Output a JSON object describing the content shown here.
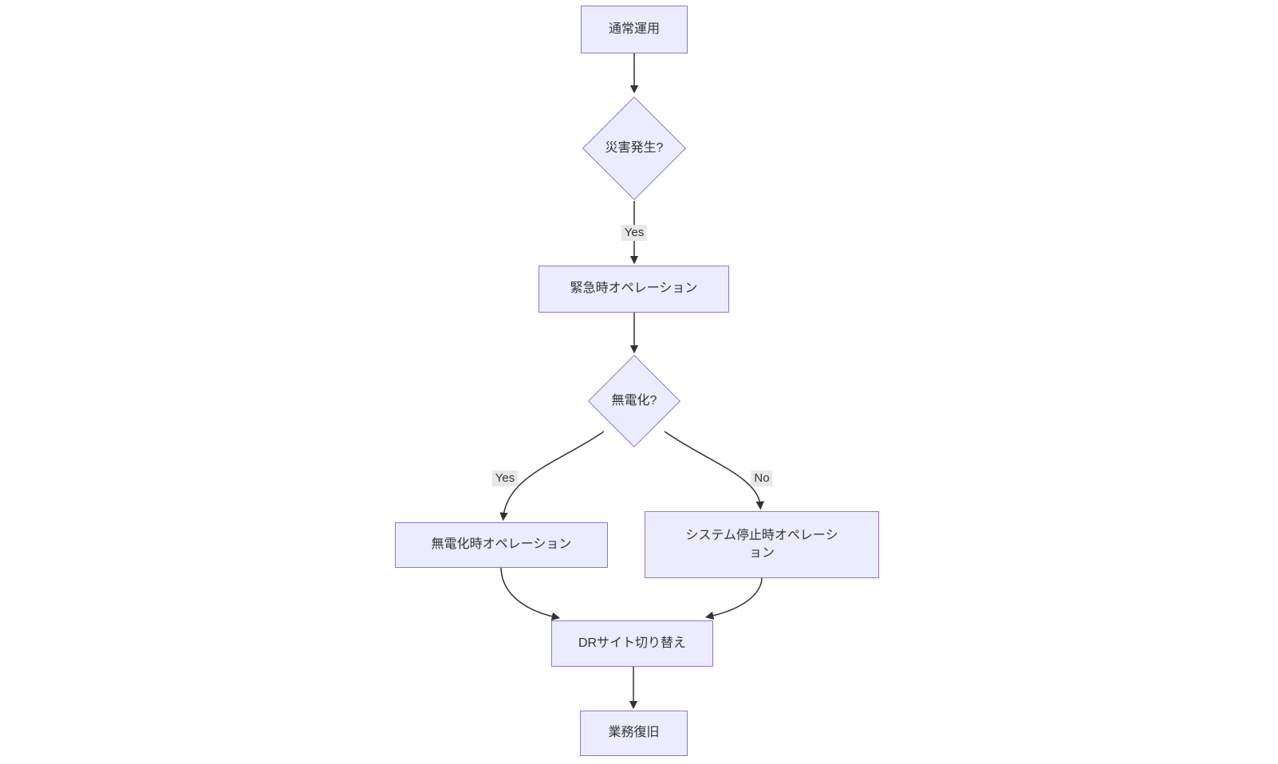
{
  "diagram": {
    "type": "flowchart",
    "direction": "top-down",
    "nodes": {
      "normal": {
        "label": "通常運用",
        "shape": "rect"
      },
      "disaster": {
        "label": "災害発生?",
        "shape": "diamond"
      },
      "emergency": {
        "label": "緊急時オペレーション",
        "shape": "rect"
      },
      "nopower": {
        "label": "無電化?",
        "shape": "diamond"
      },
      "nopower_ops": {
        "label": "無電化時オペレーション",
        "shape": "rect"
      },
      "sysstop_ops": {
        "label": "システム停止時オペレーシ\nョン",
        "shape": "rect"
      },
      "dr_switch": {
        "label": "DRサイト切り替え",
        "shape": "rect"
      },
      "recovery": {
        "label": "業務復旧",
        "shape": "rect"
      }
    },
    "edges": [
      {
        "from": "normal",
        "to": "disaster",
        "label": ""
      },
      {
        "from": "disaster",
        "to": "emergency",
        "label": "Yes"
      },
      {
        "from": "emergency",
        "to": "nopower",
        "label": ""
      },
      {
        "from": "nopower",
        "to": "nopower_ops",
        "label": "Yes"
      },
      {
        "from": "nopower",
        "to": "sysstop_ops",
        "label": "No"
      },
      {
        "from": "nopower_ops",
        "to": "dr_switch",
        "label": ""
      },
      {
        "from": "sysstop_ops",
        "to": "dr_switch",
        "label": ""
      },
      {
        "from": "dr_switch",
        "to": "recovery",
        "label": ""
      }
    ],
    "colors": {
      "node_fill": "#ECECFF",
      "node_border": "#9370DB",
      "edge_stroke": "#333333",
      "edge_label_bg": "#e8e8e8",
      "text": "#333333",
      "background": "#ffffff"
    }
  }
}
